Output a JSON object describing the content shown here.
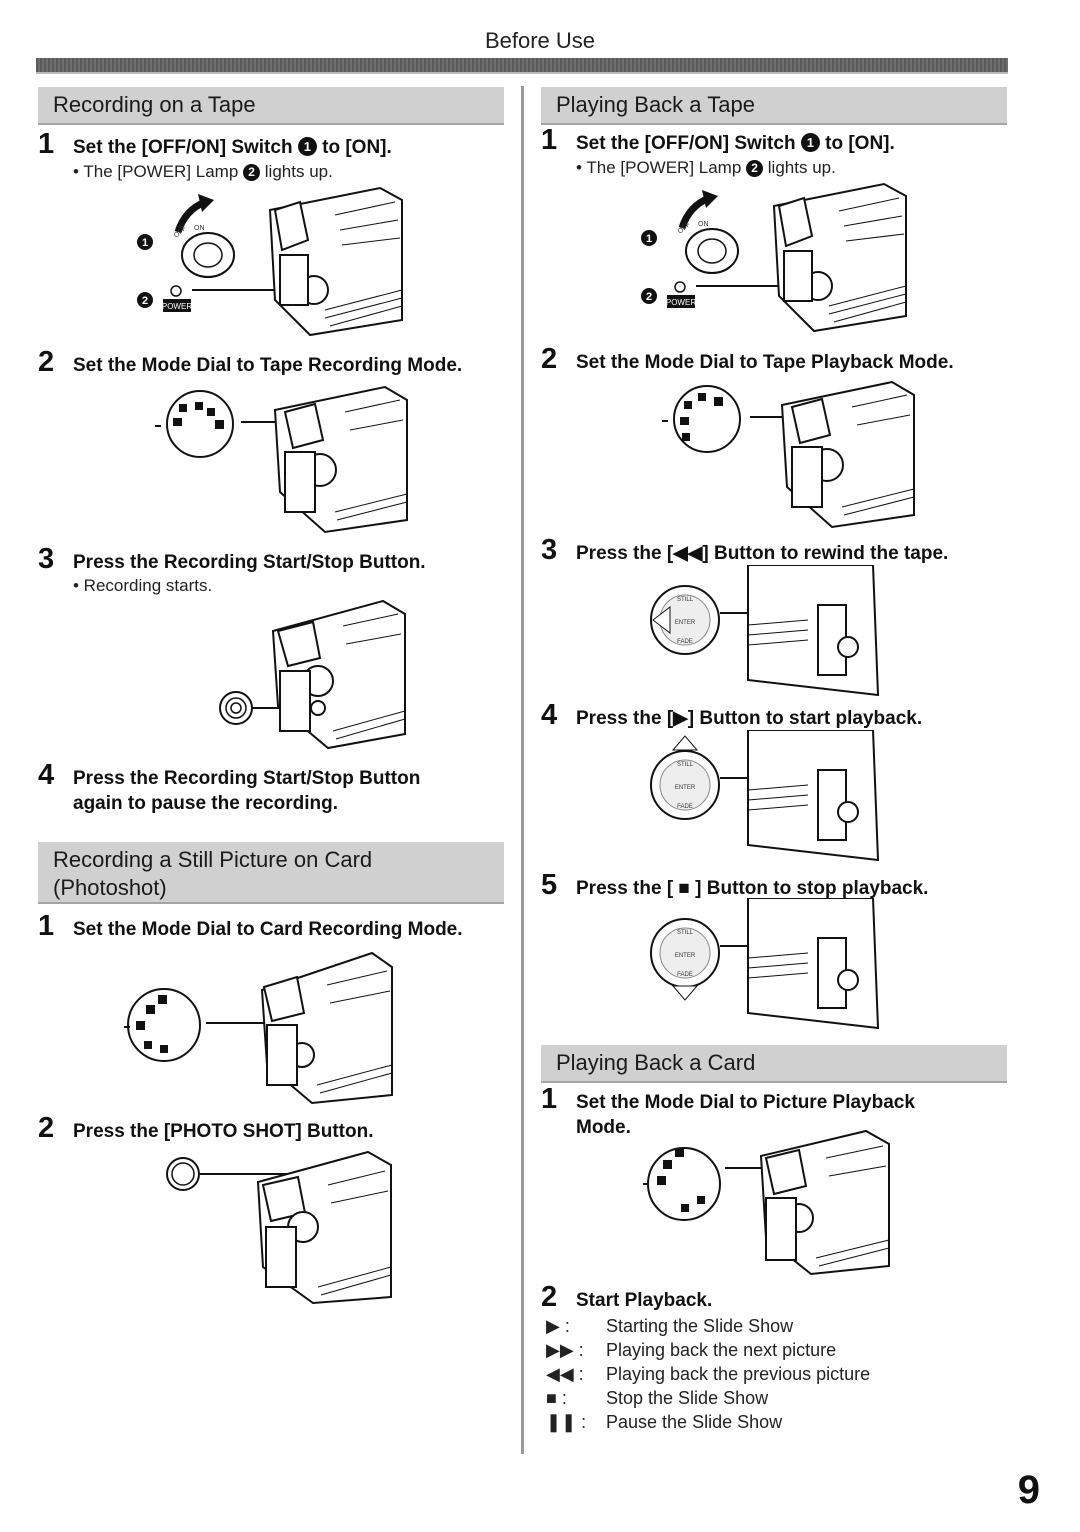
{
  "header": {
    "title": "Before Use"
  },
  "left": {
    "rec_tape": {
      "title": "Recording on a Tape",
      "step1": {
        "num": "1",
        "pre": "Set the [OFF/ON] Switch",
        "badge": "1",
        "post": "to [ON].",
        "bullet_pre": "• The [POWER] Lamp",
        "bullet_badge": "2",
        "bullet_post": "lights up."
      },
      "illus1": {
        "label1": "1",
        "label2": "2",
        "power": "POWER",
        "off": "OFF",
        "on": "ON"
      },
      "step2": {
        "num": "2",
        "text": "Set the Mode Dial to Tape Recording Mode."
      },
      "step3": {
        "num": "3",
        "text": "Press the Recording Start/Stop Button.",
        "bullet": "• Recording starts."
      },
      "step4": {
        "num": "4",
        "text_line1": "Press the Recording Start/Stop Button",
        "text_line2": "again to pause the recording."
      }
    },
    "rec_still": {
      "title_line1": "Recording a Still Picture on Card",
      "title_line2": "(Photoshot)",
      "step1": {
        "num": "1",
        "text": "Set the Mode Dial to Card Recording Mode."
      },
      "step2": {
        "num": "2",
        "text": "Press the [PHOTO SHOT] Button."
      }
    }
  },
  "right": {
    "play_tape": {
      "title": "Playing Back a Tape",
      "step1": {
        "num": "1",
        "pre": "Set the [OFF/ON] Switch",
        "badge": "1",
        "post": "to [ON].",
        "bullet_pre": "• The [POWER] Lamp",
        "bullet_badge": "2",
        "bullet_post": "lights up."
      },
      "illus1": {
        "label1": "1",
        "label2": "2",
        "power": "POWER",
        "off": "OFF",
        "on": "ON"
      },
      "step2": {
        "num": "2",
        "text": "Set the Mode Dial to Tape Playback Mode."
      },
      "step3": {
        "num": "3",
        "text": "Press the [◀◀] Button to rewind the tape."
      },
      "step4": {
        "num": "4",
        "text": "Press the [▶] Button to start playback."
      },
      "step5": {
        "num": "5",
        "text": "Press the [ ■ ] Button to stop playback."
      },
      "joystick": {
        "still": "STILL",
        "enter": "ENTER",
        "fade": "FADE"
      }
    },
    "play_card": {
      "title": "Playing Back a Card",
      "step1": {
        "num": "1",
        "text_line1": "Set the Mode Dial to Picture Playback",
        "text_line2": "Mode."
      },
      "step2": {
        "num": "2",
        "text": "Start Playback."
      },
      "legend": [
        {
          "sym": "▶ :",
          "text": "Starting the Slide Show"
        },
        {
          "sym": "▶▶ :",
          "text": "Playing back the next picture"
        },
        {
          "sym": "◀◀ :",
          "text": "Playing back the previous picture"
        },
        {
          "sym": "■ :",
          "text": "Stop the Slide Show"
        },
        {
          "sym": "❚❚ :",
          "text": "Pause the Slide Show"
        }
      ]
    }
  },
  "page_number": "9"
}
